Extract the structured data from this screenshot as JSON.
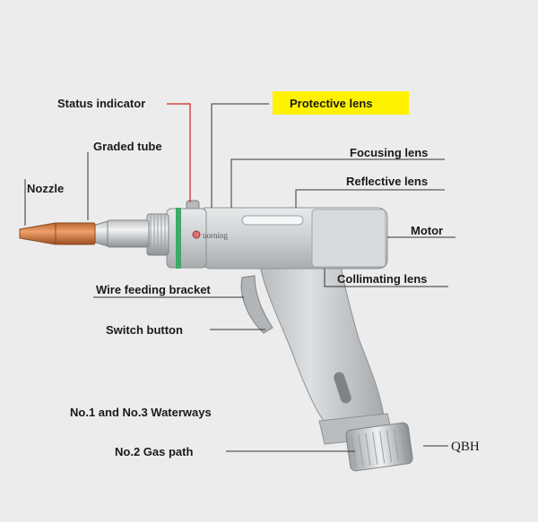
{
  "labels": {
    "status_indicator": "Status indicator",
    "protective_lens": "Protective lens",
    "graded_tube": "Graded tube",
    "focusing_lens": "Focusing lens",
    "nozzle": "Nozzle",
    "reflective_lens": "Reflective lens",
    "motor": "Motor",
    "collimating_lens": "Collimating lens",
    "wire_feeding_bracket": "Wire feeding bracket",
    "switch_button": "Switch button",
    "waterways": "No.1 and No.3 Waterways",
    "gas_path": "No.2 Gas path",
    "qbh": "QBH"
  },
  "branding": {
    "logo_text": "uorning"
  },
  "colors": {
    "background": "#ececec",
    "highlight": "#fff200",
    "body_metal": "#c9ccce",
    "nozzle_copper": "#d6804a",
    "status_ring": "#3fa86a",
    "indicator_line": "#d42020"
  }
}
